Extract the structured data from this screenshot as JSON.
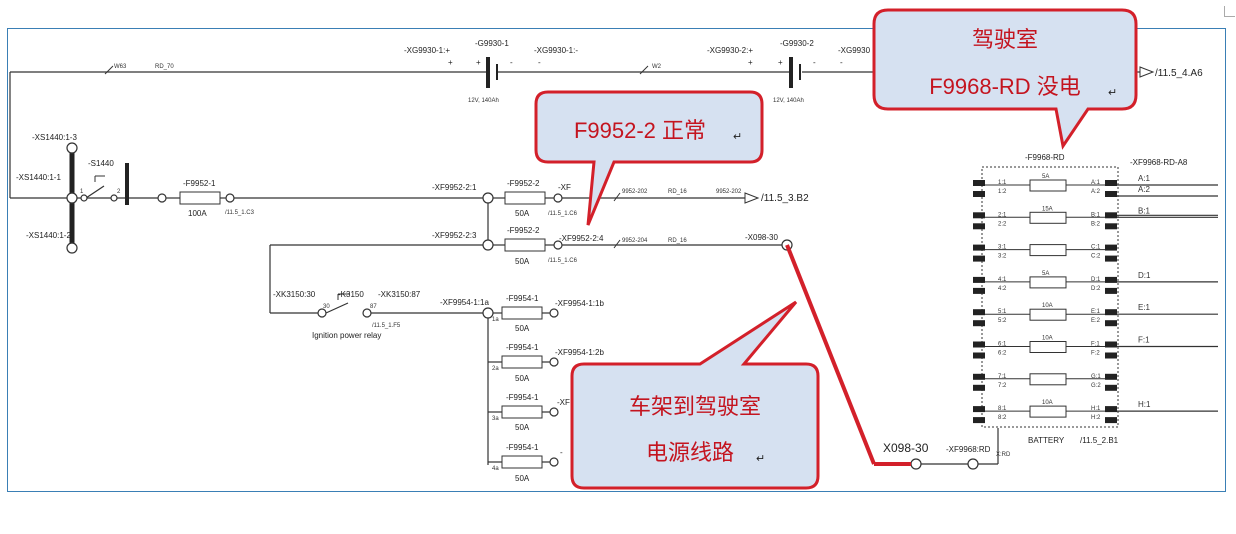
{
  "top": {
    "wire_w63": "W63",
    "wire_rd70": "RD_70",
    "xg9930_1_plus": "-XG9930-1:+",
    "g9930_1": "-G9930-1",
    "xg9930_1_minus": "-XG9930-1:-",
    "wire_w2": "W2",
    "xg9930_2_plus": "-XG9930-2:+",
    "g9930_2": "-G9930-2",
    "xg9930_2_trunc": "-XG9930",
    "battery_rating": "12V, 140Ah",
    "ref_a6": "/11.5_4.A6",
    "plus": "+",
    "minus": "-"
  },
  "switch": {
    "xs1440_3": "-XS1440:1-3",
    "xs1440_1": "-XS1440:1-1",
    "xs1440_2": "-XS1440:1-2",
    "s1440": "-S1440",
    "pin1": "1",
    "pin2": "2"
  },
  "fuse1": {
    "name": "-F9952-1",
    "rating": "100A",
    "ref": "/11.5_1.C3"
  },
  "f9952_2a": {
    "conn_in": "-XF9952-2:1",
    "name": "-F9952-2",
    "rating": "50A",
    "conn_out": "-XF",
    "ref": "/11.5_1.C6",
    "wire": "9952-202",
    "wire_rd": "RD_16",
    "tag": "9952-202",
    "ref_out": "/11.5_3.B2"
  },
  "f9952_2b": {
    "conn_in": "-XF9952-2:3",
    "name": "-F9952-2",
    "rating": "50A",
    "conn_out": "-XF9952-2:4",
    "ref": "/11.5_1.C6",
    "wire": "9952-204",
    "wire_rd": "RD_16",
    "x098": "-X098-30"
  },
  "relay": {
    "xk3150_30": "-XK3150:30",
    "k3150": "-K3150",
    "xk3150_87": "-XK3150:87",
    "pin30": "30",
    "pin87": "87",
    "ref": "/11.5_1.F5",
    "caption": "Ignition power relay"
  },
  "f9954": {
    "conn_in": "-XF9954-1:1a",
    "f1": "-F9954-1",
    "f1_out": "-XF9954-1:1b",
    "f2": "-F9954-1",
    "f2_out": "-XF9954-1:2b",
    "f3": "-F9954-1",
    "f3_out": "-XF",
    "f4": "-F9954-1",
    "f4_out": "-",
    "rating": "50A",
    "pin_1a": "1a",
    "pin_2a": "2a",
    "pin_3a": "3a",
    "pin_4a": "4a"
  },
  "bottom": {
    "x098_label": "X098-30",
    "xf9968_rd": "-XF9968:RD",
    "xrd": "X:RD",
    "battery_label": "BATTERY",
    "ref_b1": "/11.5_2.B1"
  },
  "fusebox": {
    "title": "-F9968-RD",
    "connector": "-XF9968-RD-A8",
    "rows": [
      {
        "in": "1:1",
        "in2": "1:2",
        "amp": "5A",
        "out": "A:1",
        "out2": "A:2",
        "line": "A:1",
        "line2": "A:2"
      },
      {
        "in": "2:1",
        "in2": "2:2",
        "amp": "15A",
        "out": "B:1",
        "out2": "B:2",
        "line": "B:1",
        "line2": ""
      },
      {
        "in": "3:1",
        "in2": "3:2",
        "amp": "",
        "out": "C:1",
        "out2": "C:2",
        "line": "",
        "line2": ""
      },
      {
        "in": "4:1",
        "in2": "4:2",
        "amp": "5A",
        "out": "D:1",
        "out2": "D:2",
        "line": "D:1",
        "line2": ""
      },
      {
        "in": "5:1",
        "in2": "5:2",
        "amp": "10A",
        "out": "E:1",
        "out2": "E:2",
        "line": "E:1",
        "line2": ""
      },
      {
        "in": "6:1",
        "in2": "6:2",
        "amp": "10A",
        "out": "F:1",
        "out2": "F:2",
        "line": "F:1",
        "line2": ""
      },
      {
        "in": "7:1",
        "in2": "7:2",
        "amp": "",
        "out": "G:1",
        "out2": "G:2",
        "line": "",
        "line2": ""
      },
      {
        "in": "8:1",
        "in2": "8:2",
        "amp": "10A",
        "out": "H:1",
        "out2": "H:2",
        "line": "H:1",
        "line2": ""
      }
    ]
  },
  "callouts": {
    "cab_line1": "驾驶室",
    "cab_line2": "F9968-RD 没电",
    "f9952_text": "F9952-2 正常",
    "frame_line1": "车架到驾驶室",
    "frame_line2": "电源线路",
    "return_mark": "↵",
    "colors": {
      "border": "#d3202a",
      "fill": "#d6e1f1",
      "text": "#c4141f"
    }
  }
}
